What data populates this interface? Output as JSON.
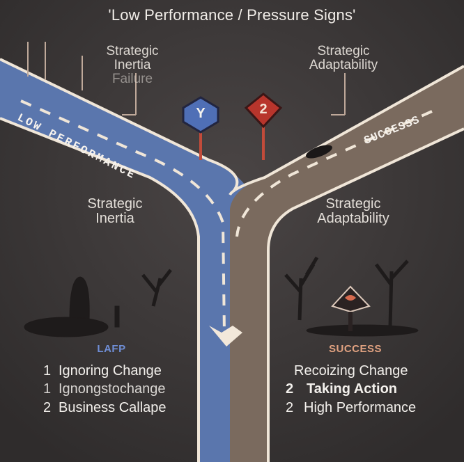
{
  "title": "'Low Performance / Pressure Signs'",
  "left_path": {
    "road_text": "LOW PERFORMANCE",
    "top_label_line1": "Strategic",
    "top_label_line2": "Inertia",
    "top_label_line3": "Failure",
    "mid_label_line1": "Strategic",
    "mid_label_line2": "Inertia",
    "sign_text": "Y",
    "sign_color": "#4f6fb6",
    "outcome_label": "LAFP",
    "outcome_label_color": "#6f8ed6",
    "items": [
      {
        "num": "1",
        "text": "Ignoring Change"
      },
      {
        "num": "1",
        "text": "Ignongstochange"
      },
      {
        "num": "2",
        "text": "Business Callape"
      }
    ]
  },
  "right_path": {
    "road_text": "SUCCESSS",
    "top_label_line1": "Strategic",
    "top_label_line2": "Adaptability",
    "mid_label_line1": "Strategic",
    "mid_label_line2": "Adaptability",
    "sign_text": "2",
    "sign_color": "#b8352c",
    "outcome_label": "SUCCESS",
    "outcome_label_color": "#e0a180",
    "items": [
      {
        "num": "",
        "text": "Recoizing Change"
      },
      {
        "num": "2",
        "text": "Taking Action"
      },
      {
        "num": "2",
        "text": "High Performance"
      }
    ]
  }
}
